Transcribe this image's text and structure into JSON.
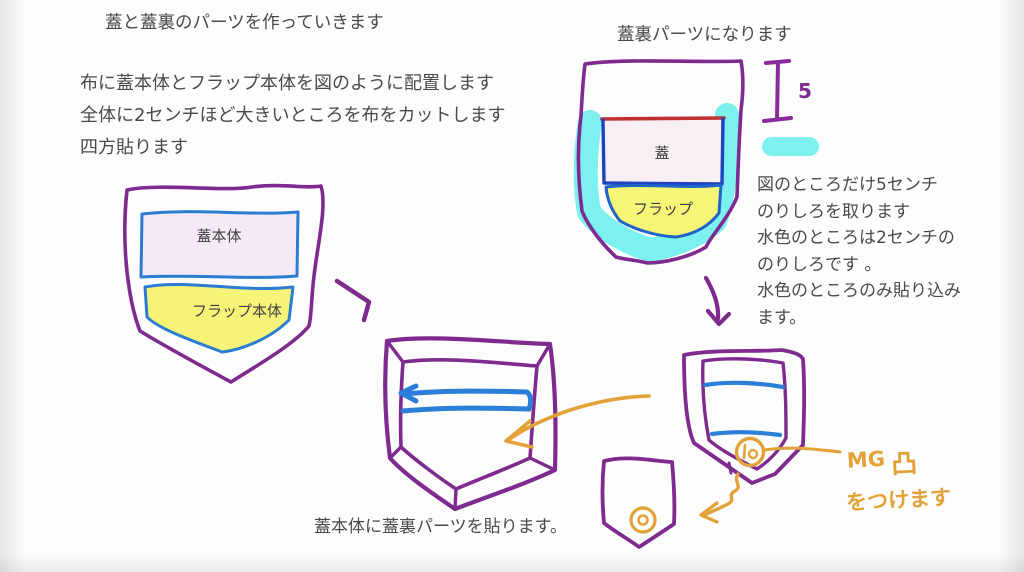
{
  "page": {
    "background": "#fdfdfd"
  },
  "texts": {
    "title_left": "蓋と蓋裏のパーツを作っていきます",
    "instructions_left": {
      "line1": "布に蓋本体とフラップ本体を図のように配置します",
      "line2": "全体に2センチほど大きいところを布をカットします",
      "line3": "四方貼ります"
    },
    "title_right": "蓋裏パーツになります",
    "instructions_right": {
      "line1": "図のところだけ5センチ",
      "line2": "のりしろを取ります",
      "line3": "水色のところは2センチの",
      "line4": "のりしろです 。",
      "line5": "水色のところのみ貼り込み",
      "line6": "ます。"
    },
    "caption_bottom": "蓋本体に蓋裏パーツを貼ります。"
  },
  "labels": {
    "lid_body": "蓋本体",
    "flap_body": "フラップ本体",
    "lid": "蓋",
    "flap": "フラップ",
    "seam_allowance_value": "5",
    "magnet_abbr": "MG",
    "magnet_convex_glyph": "凸",
    "magnet_note": "をつけます"
  },
  "colors": {
    "outline_purple": "#7e2a8e",
    "sketch_blue": "#2b7cd3",
    "deep_blue": "#1d43c0",
    "edge_red": "#c03030",
    "highlight_cyan": "#7df0f0",
    "fill_yellow": "#f6f478",
    "fill_lavender": "#f4eaf6",
    "fill_pink": "#f8eff5",
    "annotation_orange": "#e2a238",
    "text_grey": "#4a4a4a"
  }
}
